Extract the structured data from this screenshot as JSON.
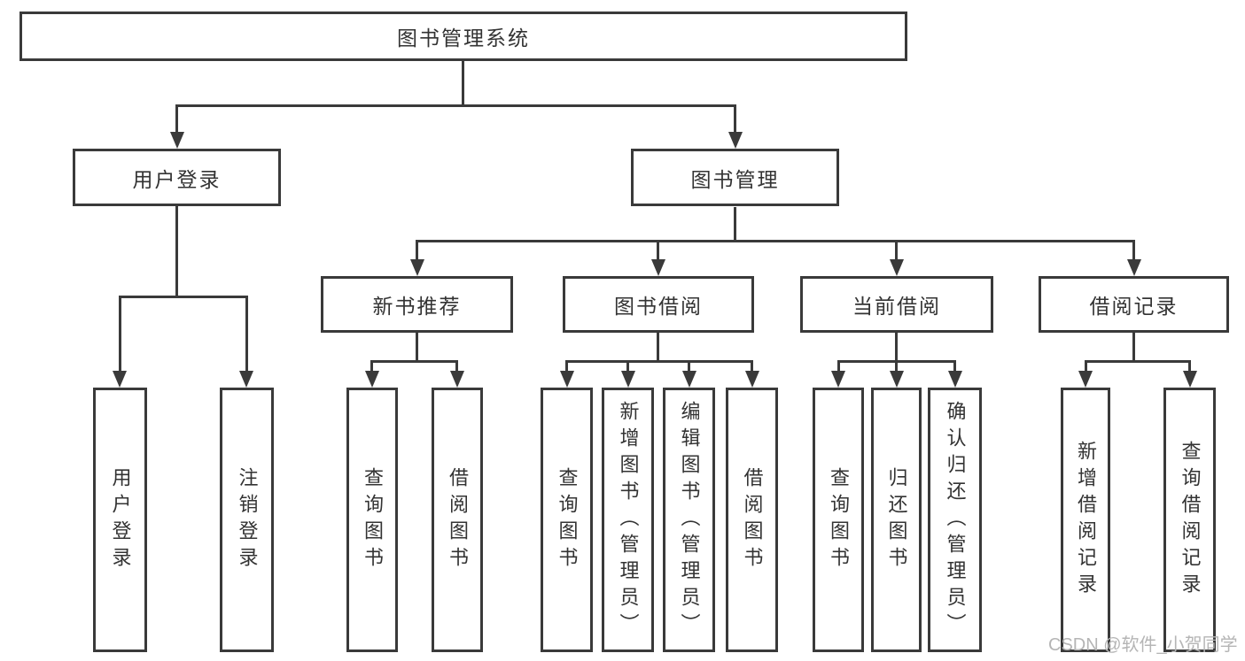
{
  "diagram": {
    "root": {
      "label": "图书管理系统"
    },
    "level2": {
      "user_login": {
        "label": "用户登录"
      },
      "book_mgmt": {
        "label": "图书管理"
      }
    },
    "level3": {
      "new_book_rec": {
        "label": "新书推荐"
      },
      "book_borrow": {
        "label": "图书借阅"
      },
      "current_borrow": {
        "label": "当前借阅"
      },
      "borrow_record": {
        "label": "借阅记录"
      }
    },
    "leaves": {
      "user_login": [
        "用户登录",
        "注销登录"
      ],
      "new_book_rec": [
        "查询图书",
        "借阅图书"
      ],
      "book_borrow": [
        "查询图书",
        "新增图书（管理员）",
        "编辑图书（管理员）",
        "借阅图书"
      ],
      "current_borrow": [
        "查询图书",
        "归还图书",
        "确认归还（管理员）"
      ],
      "borrow_record": [
        "新增借阅记录",
        "查询借阅记录"
      ]
    }
  },
  "watermark": {
    "text": "CSDN @软件_小贺同学"
  },
  "colors": {
    "line": "#3a3a3a",
    "text": "#333333",
    "background": "#ffffff",
    "watermark": "#b5b5b5"
  }
}
